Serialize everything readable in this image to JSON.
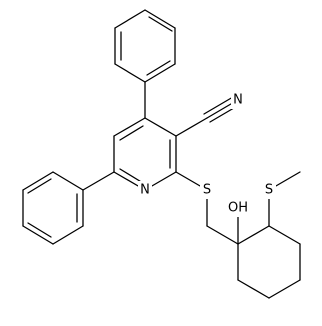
{
  "atoms": {
    "N1": {
      "symbol": "N",
      "kind": "ring-nitrogen"
    },
    "N2": {
      "symbol": "N",
      "kind": "nitrile-nitrogen"
    },
    "S1": {
      "symbol": "S",
      "kind": "thioether"
    },
    "S2": {
      "symbol": "S",
      "kind": "methylthio"
    },
    "O1": {
      "symbol": "OH",
      "kind": "hydroxyl"
    }
  },
  "colors": {
    "line": "#000000",
    "background": "#ffffff"
  }
}
